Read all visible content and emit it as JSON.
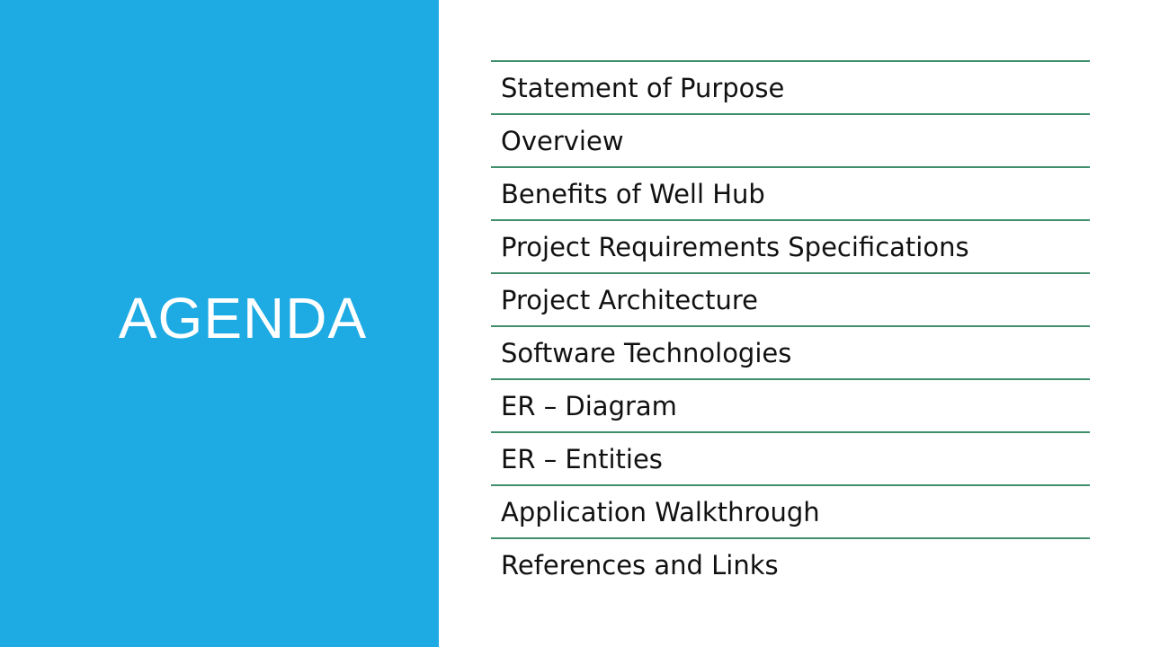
{
  "slide": {
    "title": "AGENDA",
    "accent_color": "#1eabe3",
    "divider_color": "#3f8f6b"
  },
  "agenda": {
    "items": [
      "Statement of Purpose",
      "Overview",
      "Benefits of Well Hub",
      "Project Requirements Specifications",
      "Project Architecture",
      "Software Technologies",
      "ER – Diagram",
      "ER – Entities",
      "Application Walkthrough",
      "References and Links"
    ]
  }
}
